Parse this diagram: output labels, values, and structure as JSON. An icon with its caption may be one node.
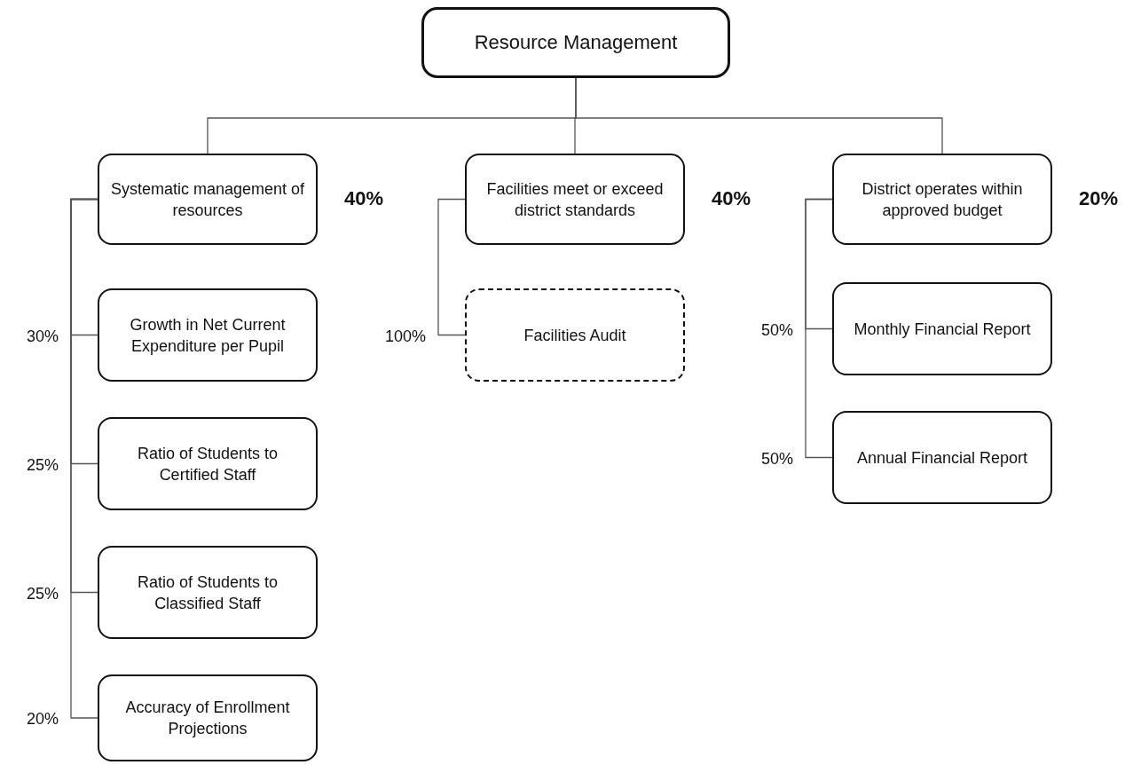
{
  "diagram": {
    "nodes": [
      {
        "text": [
          "Resource Management"
        ]
      },
      {
        "text": [
          "Systematic management of resources"
        ],
        "beside": [
          "40%"
        ]
      },
      {
        "text": [
          "Facilities meet or exceed district standards"
        ],
        "beside": [
          "40%"
        ]
      },
      {
        "text": [
          "District operates within approved budget"
        ],
        "beside": [
          "20%"
        ]
      },
      {
        "text": [
          "Growth in Net Current Expenditure per Pupil"
        ],
        "beside": [
          "30%"
        ]
      },
      {
        "text": [
          "Ratio of Students to Certified Staff"
        ],
        "beside": [
          "25%"
        ]
      },
      {
        "text": [
          "Ratio of Students to Classified Staff"
        ],
        "beside": [
          "25%"
        ]
      },
      {
        "text": [
          "Accuracy of Enrollment Projections"
        ],
        "beside": [
          "20%"
        ]
      },
      {
        "text": [
          "Facilities Audit"
        ],
        "beside": [
          "100%"
        ]
      },
      {
        "text": [
          "Monthly Financial Report"
        ],
        "beside": [
          "50%"
        ]
      },
      {
        "text": [
          "Annual Financial Report"
        ],
        "beside": [
          "50%"
        ]
      }
    ],
    "edges": [
      {
        "from": 0,
        "to": 1,
        "arrow": "none"
      },
      {
        "from": 0,
        "to": 2,
        "arrow": "none"
      },
      {
        "from": 0,
        "to": 3,
        "arrow": "none"
      },
      {
        "from": 1,
        "to": 4,
        "arrow": "none"
      },
      {
        "from": 1,
        "to": 5,
        "arrow": "none"
      },
      {
        "from": 1,
        "to": 6,
        "arrow": "none"
      },
      {
        "from": 1,
        "to": 7,
        "arrow": "none"
      },
      {
        "from": 2,
        "to": 8,
        "arrow": "none"
      },
      {
        "from": 3,
        "to": 9,
        "arrow": "none"
      },
      {
        "from": 3,
        "to": 10,
        "arrow": "none"
      }
    ]
  }
}
